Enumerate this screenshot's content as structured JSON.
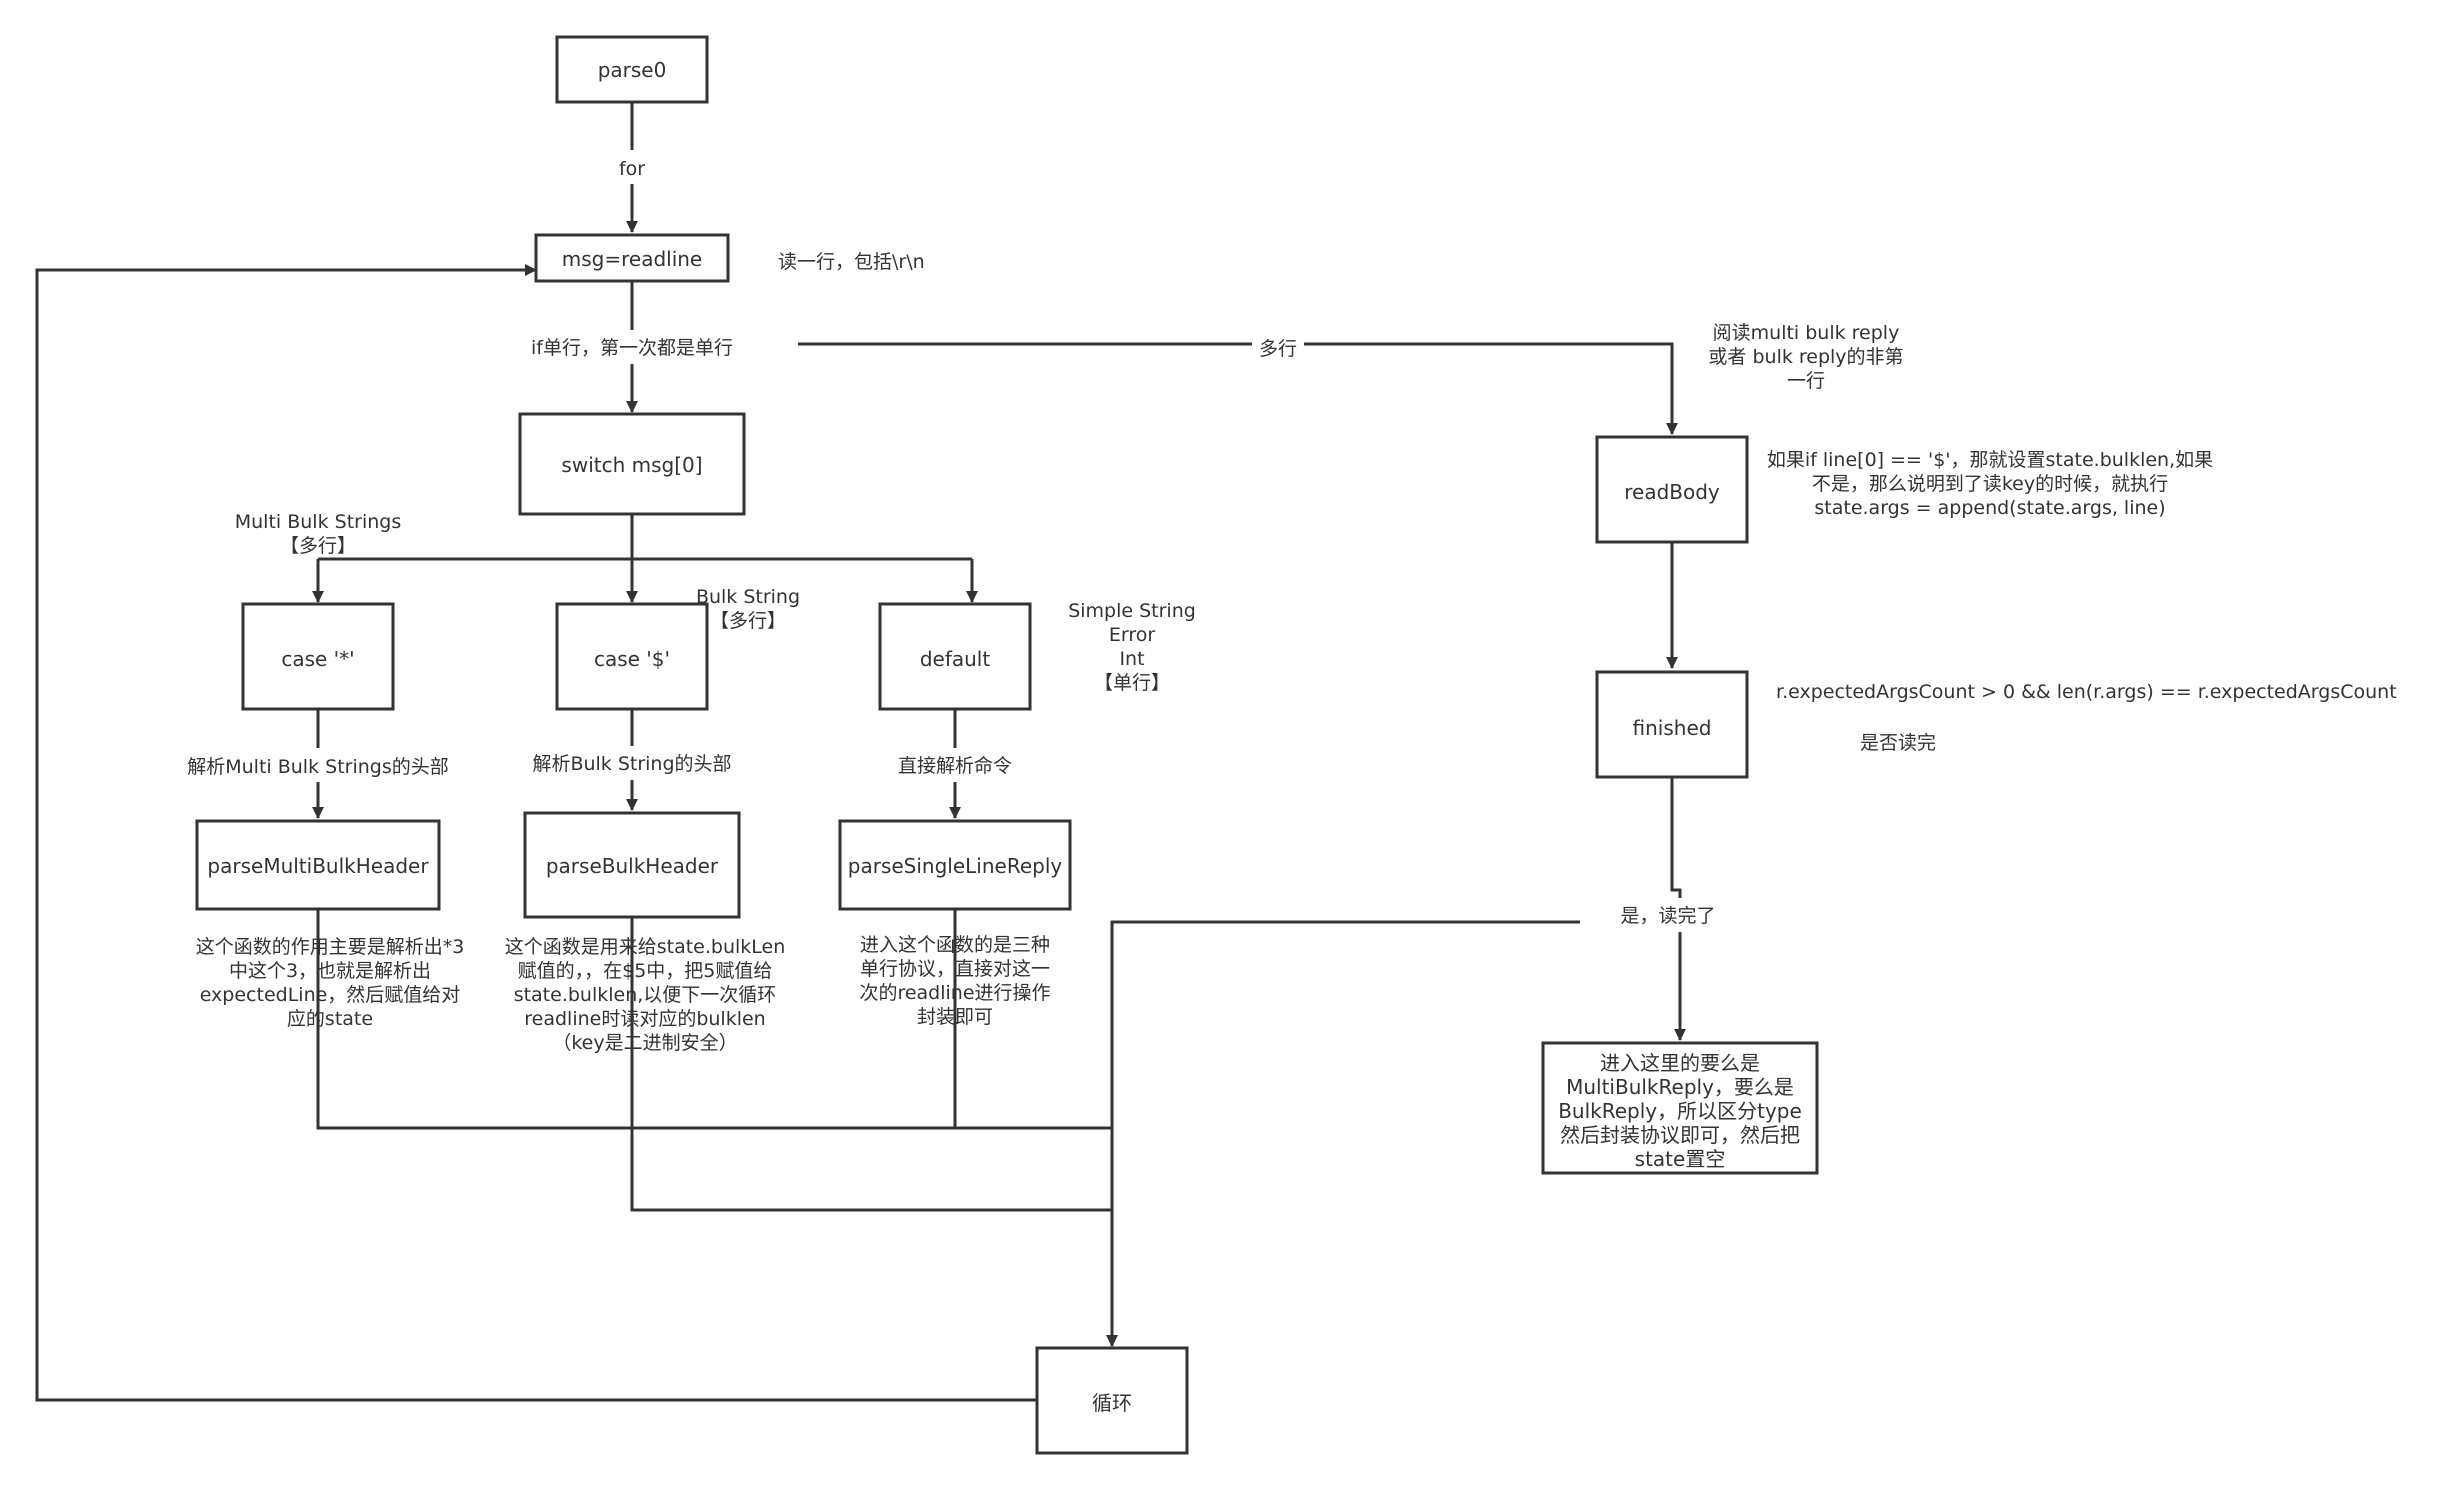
{
  "nodes": {
    "parse0": "parse0",
    "readline": "msg=readline",
    "switch": "switch msg[0]",
    "case_star": "case '*'",
    "case_dollar": "case '$'",
    "default": "default",
    "parse_multi": "parseMultiBulkHeader",
    "parse_bulk": "parseBulkHeader",
    "parse_single": "parseSingleLineReply",
    "read_body": "readBody",
    "finished": "finished",
    "loop": "循环",
    "finish_body": [
      "进入这里的要么是",
      "MultiBulkReply，要么是",
      "BulkReply，所以区分type",
      "然后封装协议即可，然后把",
      "state置空"
    ]
  },
  "edge_labels": {
    "for": "for",
    "single_line": "if单行，第一次都是单行",
    "multi_line": "多行",
    "parse_multi_head": "解析Multi Bulk Strings的头部",
    "parse_bulk_head": "解析Bulk String的头部",
    "direct_parse": "直接解析命令",
    "done": "是，读完了"
  },
  "annotations": {
    "read_line_note": "读一行，包括\\r\\n",
    "multi_bulk_strings": [
      "Multi Bulk Strings",
      "【多行】"
    ],
    "bulk_string": [
      "Bulk String",
      "【多行】"
    ],
    "simple_types": [
      "Simple String",
      "Error",
      "Int",
      "【单行】"
    ],
    "read_body_header": [
      "阅读multi bulk reply",
      "或者 bulk reply的非第",
      "一行"
    ],
    "read_body_note": [
      "如果if line[0] == '$'，那就设置state.bulklen,如果",
      "不是，那么说明到了读key的时候，就执行",
      "state.args = append(state.args, line)"
    ],
    "finished_condition": "r.expectedArgsCount > 0 && len(r.args) == r.expectedArgsCount",
    "finished_question": "是否读完",
    "multi_header_note": [
      "这个函数的作用主要是解析出*3",
      "中这个3，也就是解析出",
      "expectedLine，然后赋值给对",
      "应的state"
    ],
    "bulk_header_note": [
      "这个函数是用来给state.bulkLen",
      "赋值的，，在$5中，把5赋值给",
      "state.bulklen,以便下一次循环",
      "readline时读对应的bulklen",
      "（key是二进制安全）"
    ],
    "single_line_note": [
      "进入这个函数的是三种",
      "单行协议，直接对这一",
      "次的readline进行操作",
      "封装即可"
    ]
  }
}
